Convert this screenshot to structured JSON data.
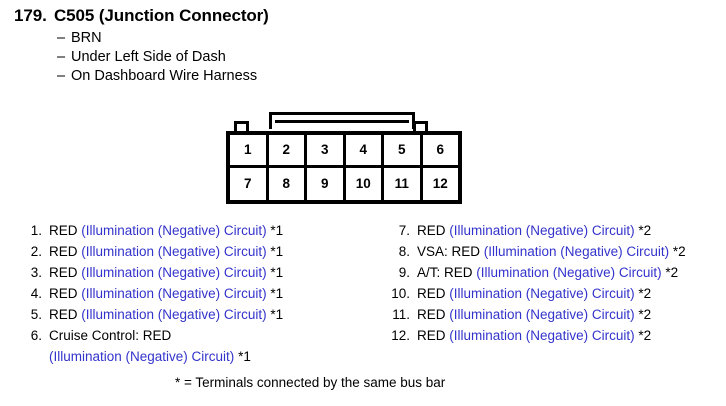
{
  "header": {
    "number": "179.",
    "title": "C505 (Junction Connector)",
    "details": [
      {
        "dash": "–",
        "text": "BRN"
      },
      {
        "dash": "–",
        "text": "Under Left Side of Dash"
      },
      {
        "dash": "–",
        "text": "On Dashboard Wire Harness"
      }
    ]
  },
  "connector": {
    "top_row": [
      "1",
      "2",
      "3",
      "4",
      "5",
      "6"
    ],
    "bottom_row": [
      "7",
      "8",
      "9",
      "10",
      "11",
      "12"
    ]
  },
  "terminals": {
    "left": [
      {
        "num": "1.",
        "prefix": "RED ",
        "circuit": "(Illumination (Negative) Circuit)",
        "note": " *1"
      },
      {
        "num": "2.",
        "prefix": "RED ",
        "circuit": "(Illumination (Negative) Circuit)",
        "note": " *1"
      },
      {
        "num": "3.",
        "prefix": "RED ",
        "circuit": "(Illumination (Negative) Circuit)",
        "note": " *1"
      },
      {
        "num": "4.",
        "prefix": "RED ",
        "circuit": "(Illumination (Negative) Circuit)",
        "note": " *1"
      },
      {
        "num": "5.",
        "prefix": "RED ",
        "circuit": "(Illumination (Negative) Circuit)",
        "note": " *1"
      },
      {
        "num": "6.",
        "prefix": "Cruise Control: RED",
        "circuit": "(Illumination (Negative) Circuit)",
        "note": " *1",
        "wrap": true
      }
    ],
    "right": [
      {
        "num": "7.",
        "prefix": "RED ",
        "circuit": "(Illumination (Negative) Circuit)",
        "note": " *2"
      },
      {
        "num": "8.",
        "prefix": "VSA: RED ",
        "circuit": "(Illumination (Negative) Circuit)",
        "note": " *2"
      },
      {
        "num": "9.",
        "prefix": "A/T: RED ",
        "circuit": "(Illumination (Negative) Circuit)",
        "note": " *2"
      },
      {
        "num": "10.",
        "prefix": "RED ",
        "circuit": "(Illumination (Negative) Circuit)",
        "note": " *2"
      },
      {
        "num": "11.",
        "prefix": "RED ",
        "circuit": "(Illumination (Negative) Circuit)",
        "note": " *2"
      },
      {
        "num": "12.",
        "prefix": "RED ",
        "circuit": "(Illumination (Negative) Circuit)",
        "note": " *2"
      }
    ]
  },
  "footnote": "* = Terminals connected by the same bus bar",
  "colors": {
    "circuit_blue": "#3333cc",
    "text_black": "#000000",
    "background": "#ffffff"
  }
}
